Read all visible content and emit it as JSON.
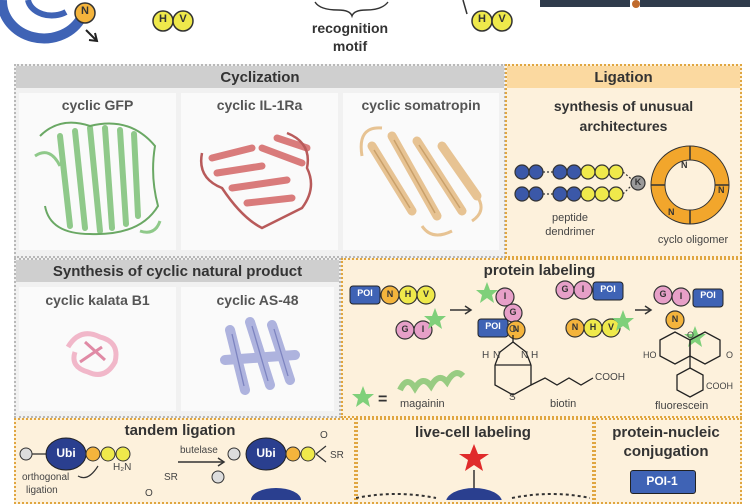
{
  "top": {
    "left_circle_letter": "N",
    "pair_left": [
      "H",
      "V"
    ],
    "pair_right": [
      "H",
      "V"
    ],
    "motif_label_1": "recognition",
    "motif_label_2": "motif"
  },
  "cyclization": {
    "header": "Cyclization",
    "items": [
      {
        "label": "cyclic GFP",
        "color": "#8fc98a"
      },
      {
        "label": "cyclic IL-1Ra",
        "color": "#d97b7b"
      },
      {
        "label": "cyclic somatropin",
        "color": "#e7c393"
      }
    ]
  },
  "ligation": {
    "header": "Ligation",
    "subtitle_1": "synthesis of unusual",
    "subtitle_2": "architectures",
    "dendrimer_label_1": "peptide",
    "dendrimer_label_2": "dendrimer",
    "oligomer_label": "cyclo oligomer",
    "ring_letter": "N",
    "branch_letter": "K"
  },
  "natural_product": {
    "header": "Synthesis of cyclic natural product",
    "items": [
      {
        "label": "cyclic kalata B1",
        "color": "#f1b7c9"
      },
      {
        "label": "cyclic AS-48",
        "color": "#aeb3de"
      }
    ]
  },
  "protein_labeling": {
    "title": "protein labeling",
    "poi": "POI",
    "letters": {
      "n": "N",
      "h": "H",
      "v": "V",
      "g": "G",
      "i": "I"
    },
    "equals": "=",
    "magainin": "magainin",
    "biotin": "biotin",
    "fluorescein": "fluorescein",
    "biotin_atoms": {
      "h": "H",
      "n": "N",
      "o": "O",
      "s": "S",
      "cooh": "COOH"
    },
    "fluorescein_atoms": {
      "ho": "HO",
      "o": "O",
      "cooh": "COOH"
    }
  },
  "tandem": {
    "title": "tandem ligation",
    "ubi": "Ubi",
    "butelase": "butelase",
    "orthogonal_1": "orthogonal",
    "orthogonal_2": "ligation",
    "h2n": "H₂N",
    "sr": "SR",
    "o": "O"
  },
  "live_cell": {
    "title": "live-cell labeling"
  },
  "nucleic": {
    "title_1": "protein-nucleic",
    "title_2": "conjugation",
    "poi1": "POI-1"
  }
}
